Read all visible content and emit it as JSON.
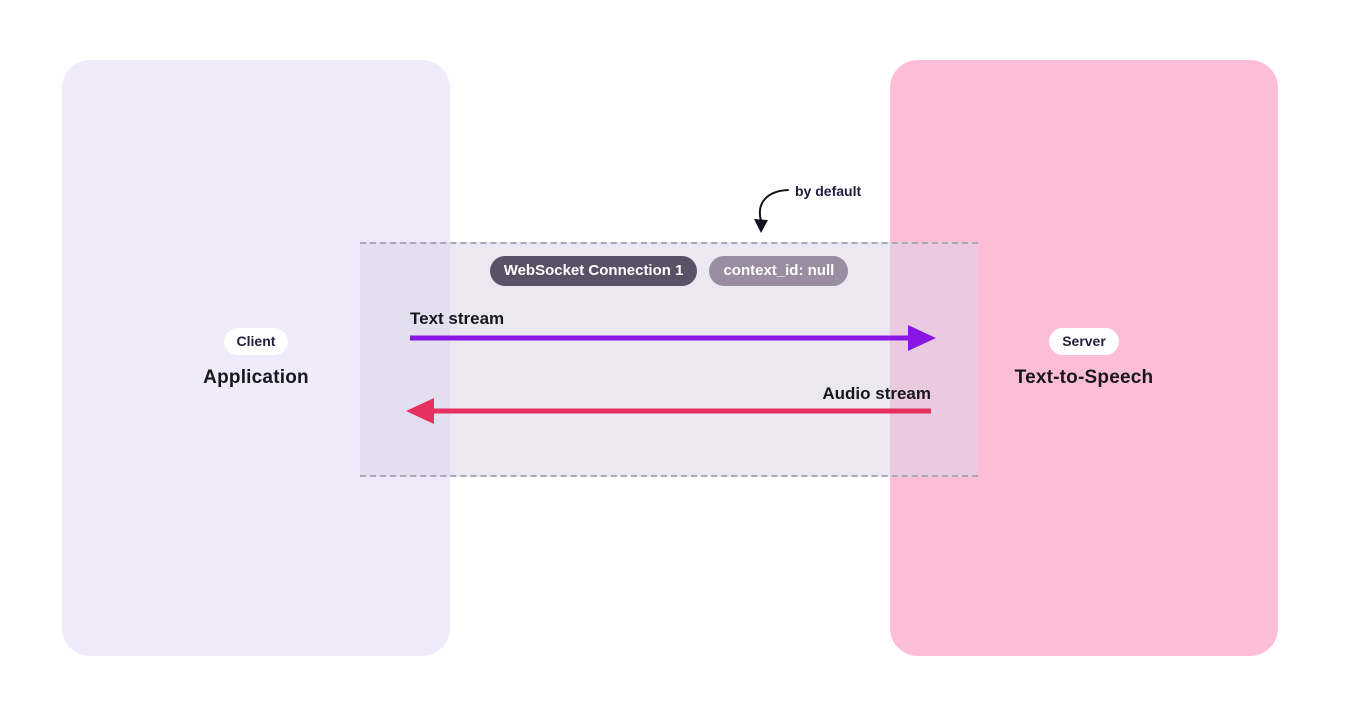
{
  "colors": {
    "client_panel_bg": "#EFEBFB",
    "server_panel_bg": "#FDBDD7",
    "text_stream_arrow": "#8A16E3",
    "audio_stream_arrow": "#E6305F",
    "websocket_badge_bg": "#5A5166",
    "context_badge_bg": "#9A8CA1",
    "annotation_arrow": "#15121E",
    "dashed_border": "#ABA7B4"
  },
  "client_panel": {
    "badge": "Client",
    "title": "Application"
  },
  "server_panel": {
    "badge": "Server",
    "title": "Text-to-Speech"
  },
  "connection": {
    "websocket_badge": "WebSocket Connection 1",
    "context_badge": "context_id: null",
    "annotation": "by default",
    "text_stream_label": "Text stream",
    "audio_stream_label": "Audio stream"
  }
}
